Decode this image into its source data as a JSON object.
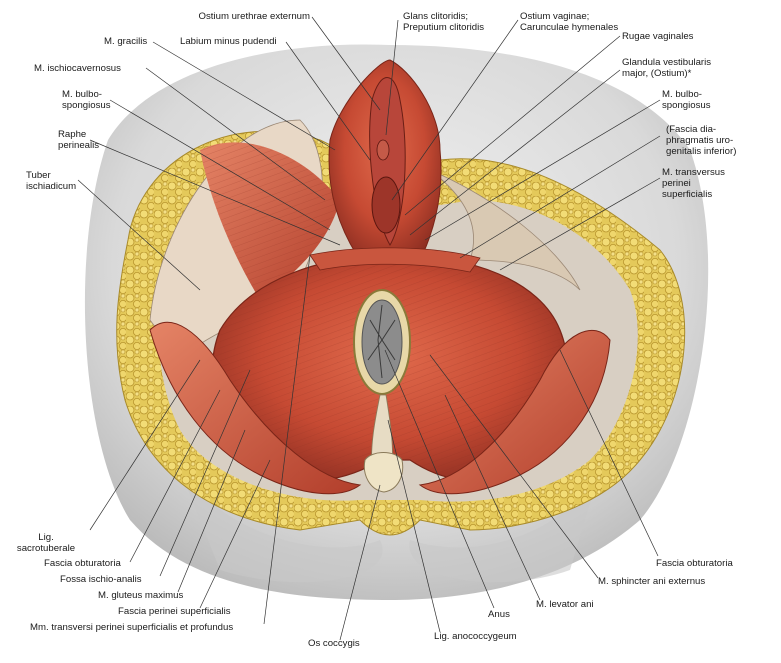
{
  "labels": {
    "ostium_urethrae": "Ostium urethrae externum",
    "glans": "Glans clitoridis;\nPreputium clitoridis",
    "ostium_vaginae": "Ostium vaginae;\nCarunculae hymenales",
    "gracilis": "M. gracilis",
    "labium": "Labium minus pudendi",
    "rugae": "Rugae vaginales",
    "ischiocav": "M. ischiocavernosus",
    "glandula": "Glandula vestibularis\nmajor, (Ostium)*",
    "bulbo_left": "M. bulbo-\nspongiosus",
    "bulbo_right": "M. bulbo-\nspongiosus",
    "raphe": "Raphe\nperinealis",
    "fascia_diaph": "(Fascia dia-\nphragmatis uro-\ngenitalis inferior)",
    "tuber": "Tuber\nischiadicum",
    "transv_right": "M. transversus\nperinei\nsuperficialis",
    "lig_sacro": "Lig.\nsacrotuberale",
    "fascia_obt_left": "Fascia obturatoria",
    "fossa": "Fossa ischio-analis",
    "gluteus": "M. gluteus maximus",
    "fascia_sup": "Fascia perinei superficialis",
    "mm_transv": "Mm. transversi perinei superficialis et profundus",
    "os_coccygis": "Os coccygis",
    "lig_anococ": "Lig. anococcygeum",
    "anus": "Anus",
    "levator": "M. levator ani",
    "sphincter": "M. sphincter ani externus",
    "fascia_obt_right": "Fascia obturatoria"
  }
}
